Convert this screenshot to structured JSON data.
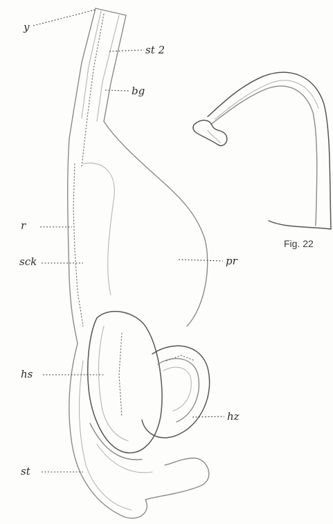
{
  "figure": {
    "labels": {
      "y": "y",
      "st2": "st 2",
      "bg": "bg",
      "r": "r",
      "sck": "sck",
      "pr": "pr",
      "hs": "hs",
      "hz": "hz",
      "st": "st"
    },
    "caption": "Fig. 22"
  }
}
